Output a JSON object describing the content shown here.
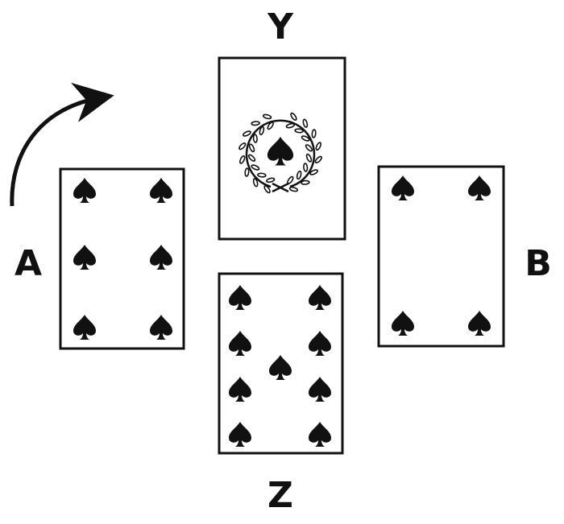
{
  "labels": {
    "y": "Y",
    "a": "A",
    "b": "B",
    "z": "Z"
  },
  "cards": [
    {
      "id": "a",
      "rank": 6,
      "suit": "spades"
    },
    {
      "id": "y",
      "rank": 1,
      "suit": "spades",
      "decoration": "laurel-wreath"
    },
    {
      "id": "b",
      "rank": 4,
      "suit": "spades"
    },
    {
      "id": "z",
      "rank": 9,
      "suit": "spades"
    }
  ],
  "arrow": {
    "direction": "clockwise"
  }
}
